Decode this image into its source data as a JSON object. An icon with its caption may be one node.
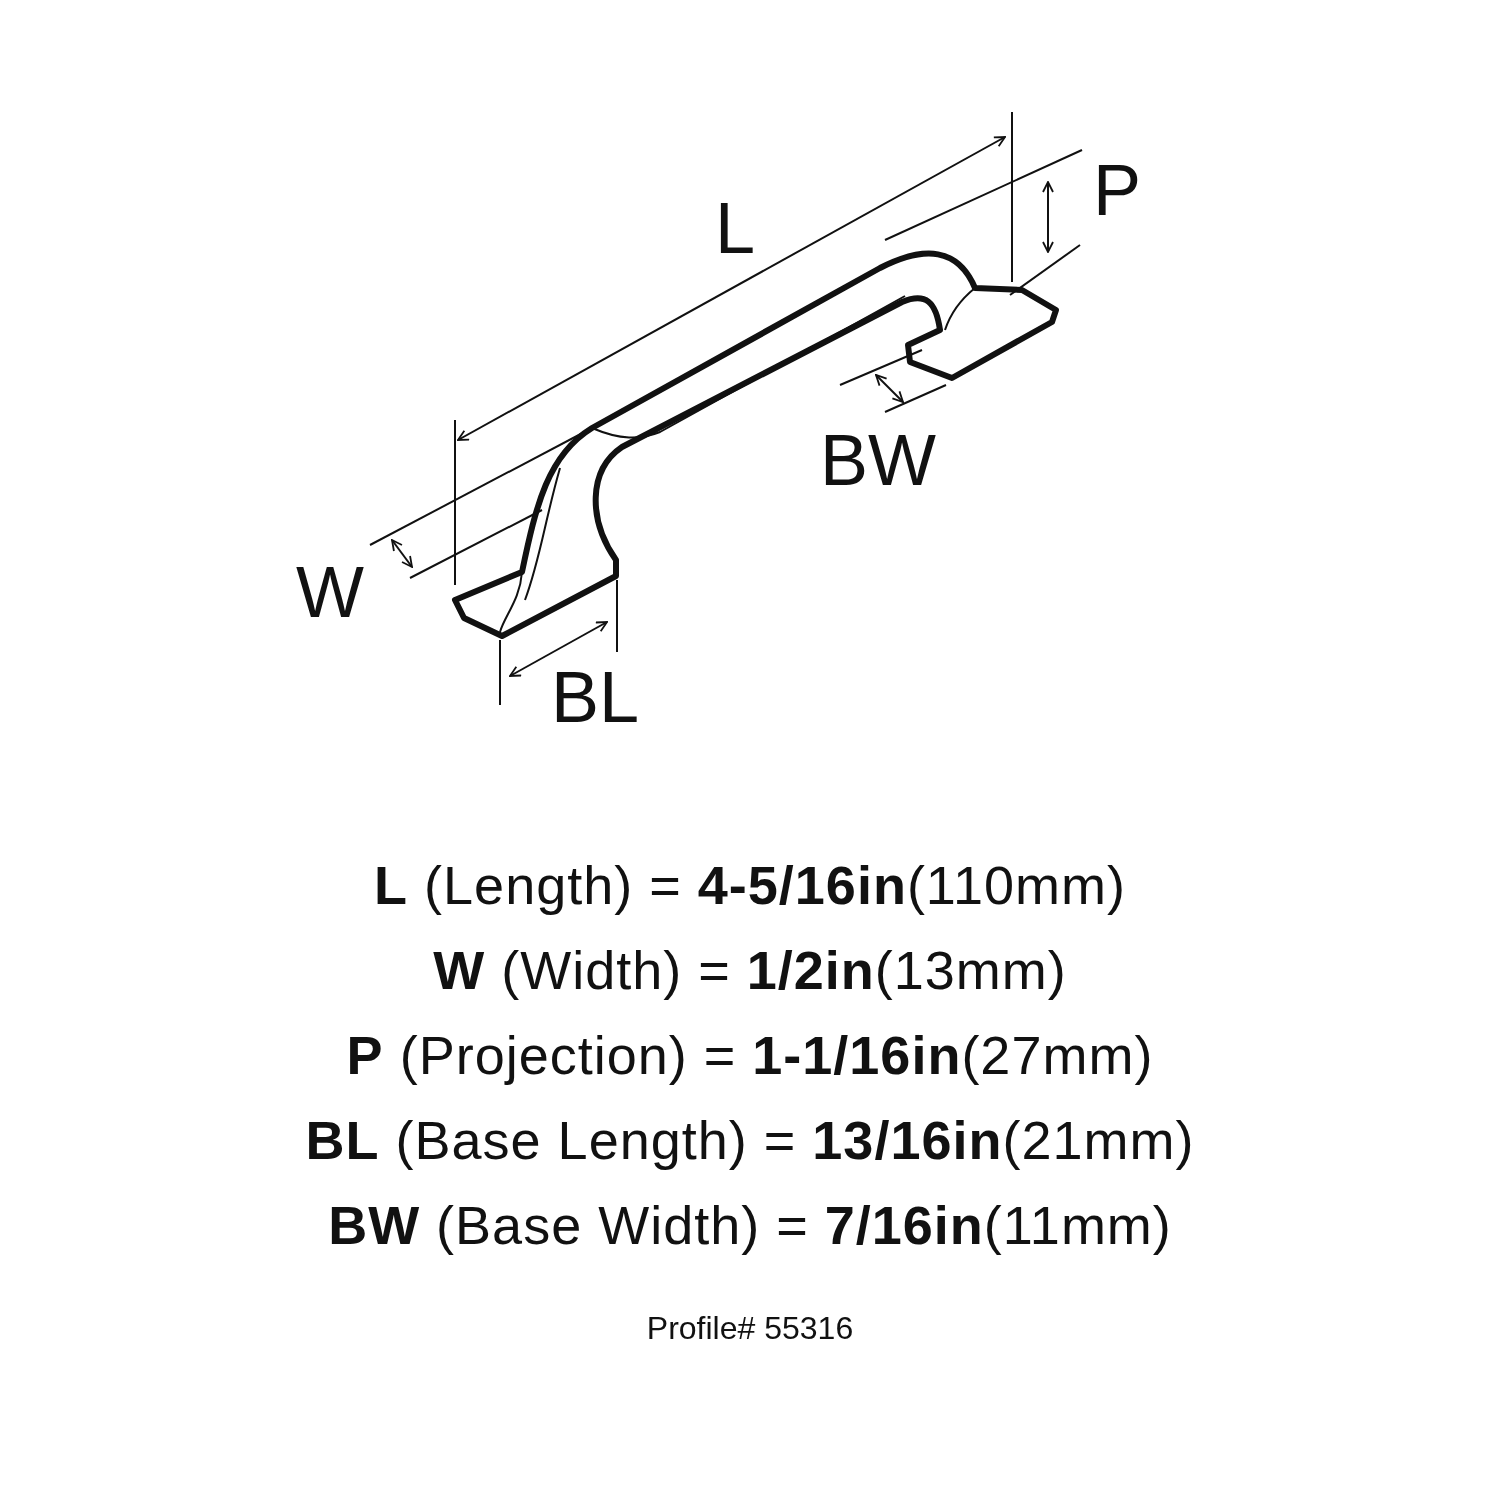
{
  "diagram": {
    "labels": [
      "L",
      "P",
      "BW",
      "W",
      "BL",
      "**L** (Length) = **4-5/16in**(110mm)",
      "**W** (Width) = **1/2in**(13mm)",
      "**P** (Projection) = **1-1/16in**(27mm)",
      "**BL** (Base Length) = **13/16in**(21mm)",
      "**BW** (Base Width) = **7/16in**(11mm)",
      "Profile# 55316"
    ]
  }
}
